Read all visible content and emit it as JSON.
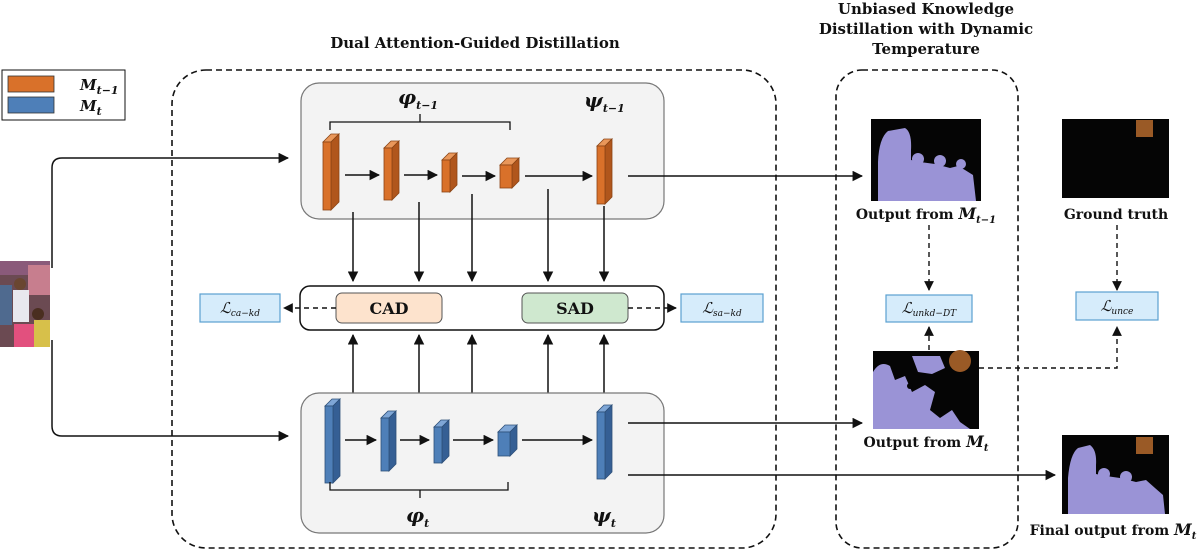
{
  "titles": {
    "dual": "Dual Attention-Guided Distillation",
    "unbiased_line1": "Unbiased Knowledge",
    "unbiased_line2": "Distillation with Dynamic",
    "unbiased_line3": "Temperature"
  },
  "legend": [
    {
      "symbol": "M",
      "subscript": "t−1",
      "color": "#d9712a"
    },
    {
      "symbol": "M",
      "subscript": "t",
      "color": "#4e7fb8"
    }
  ],
  "teacher": {
    "encoder_symbol": "φ",
    "encoder_sub": "t−1",
    "decoder_symbol": "ψ",
    "decoder_sub": "t−1"
  },
  "student": {
    "encoder_symbol": "φ",
    "encoder_sub": "t",
    "decoder_symbol": "ψ",
    "decoder_sub": "t"
  },
  "modules": {
    "cad": "CAD",
    "sad": "SAD"
  },
  "losses": {
    "ca_kd": {
      "symbol": "ℒ",
      "sub": "ca−kd"
    },
    "sa_kd": {
      "symbol": "ℒ",
      "sub": "sa−kd"
    },
    "unkd_dt": {
      "symbol": "ℒ",
      "sub": "unkd−DT"
    },
    "unce": {
      "symbol": "ℒ",
      "sub": "unce"
    }
  },
  "captions": {
    "output_prev": "Output from ",
    "output_prev_sym": "M",
    "output_prev_sub": "t−1",
    "ground_truth": "Ground truth",
    "output_cur": "Output from ",
    "output_cur_sym": "M",
    "output_cur_sub": "t",
    "final_output": "Final output from ",
    "final_output_sym": "M",
    "final_output_sub": "t"
  },
  "colors": {
    "teacher_block": "#d9712a",
    "student_block": "#4e7fb8",
    "cad_fill": "#fde3cd",
    "sad_fill": "#cfe8cf",
    "loss_fill": "#d6ecfb",
    "panel_fill": "#f3f3f3",
    "mask_person": "#9a93d6",
    "mask_object": "#9a5a26"
  }
}
